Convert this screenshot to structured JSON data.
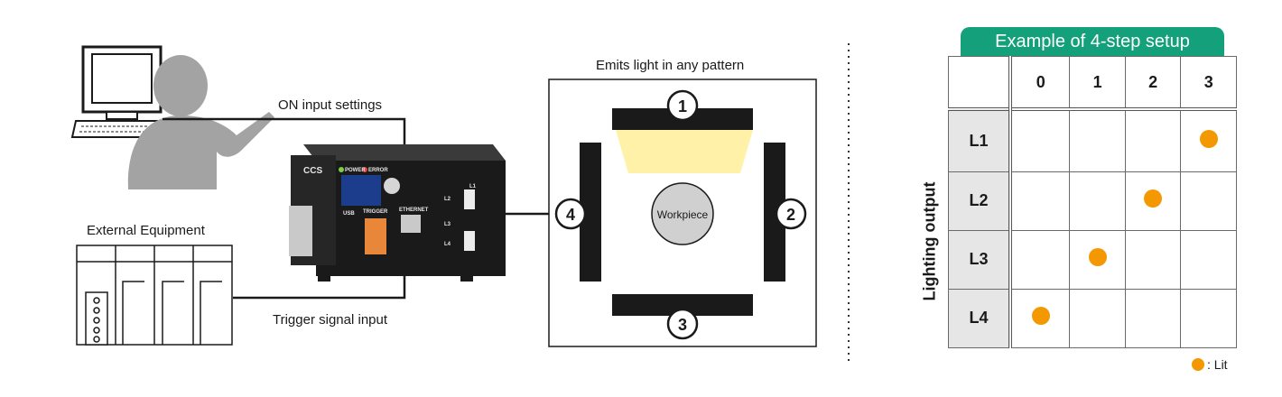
{
  "labels": {
    "on_input": "ON input settings",
    "external": "External Equipment",
    "trigger": "Trigger signal input",
    "emits": "Emits light in any pattern",
    "workpiece": "Workpiece"
  },
  "lights": [
    "1",
    "2",
    "3",
    "4"
  ],
  "device": {
    "brand": "CCS",
    "power": "POWER",
    "error": "ERROR",
    "trigger": "TRIGGER",
    "ethernet": "ETHERNET",
    "usb": "USB",
    "outputs": [
      "L1",
      "L2",
      "L3",
      "L4"
    ]
  },
  "table": {
    "title": "Example of 4-step setup",
    "columns": [
      "0",
      "1",
      "2",
      "3"
    ],
    "rows": [
      {
        "label": "L1",
        "lit": [
          false,
          false,
          false,
          true
        ]
      },
      {
        "label": "L2",
        "lit": [
          false,
          false,
          true,
          false
        ]
      },
      {
        "label": "L3",
        "lit": [
          false,
          true,
          false,
          false
        ]
      },
      {
        "label": "L4",
        "lit": [
          true,
          false,
          false,
          false
        ]
      }
    ],
    "row_axis_label": "Lighting output",
    "legend": ": Lit"
  },
  "colors": {
    "accent": "#14a07a",
    "lit": "#f39800",
    "bar": "#1a1a1a",
    "glow": "#fff1a8"
  }
}
